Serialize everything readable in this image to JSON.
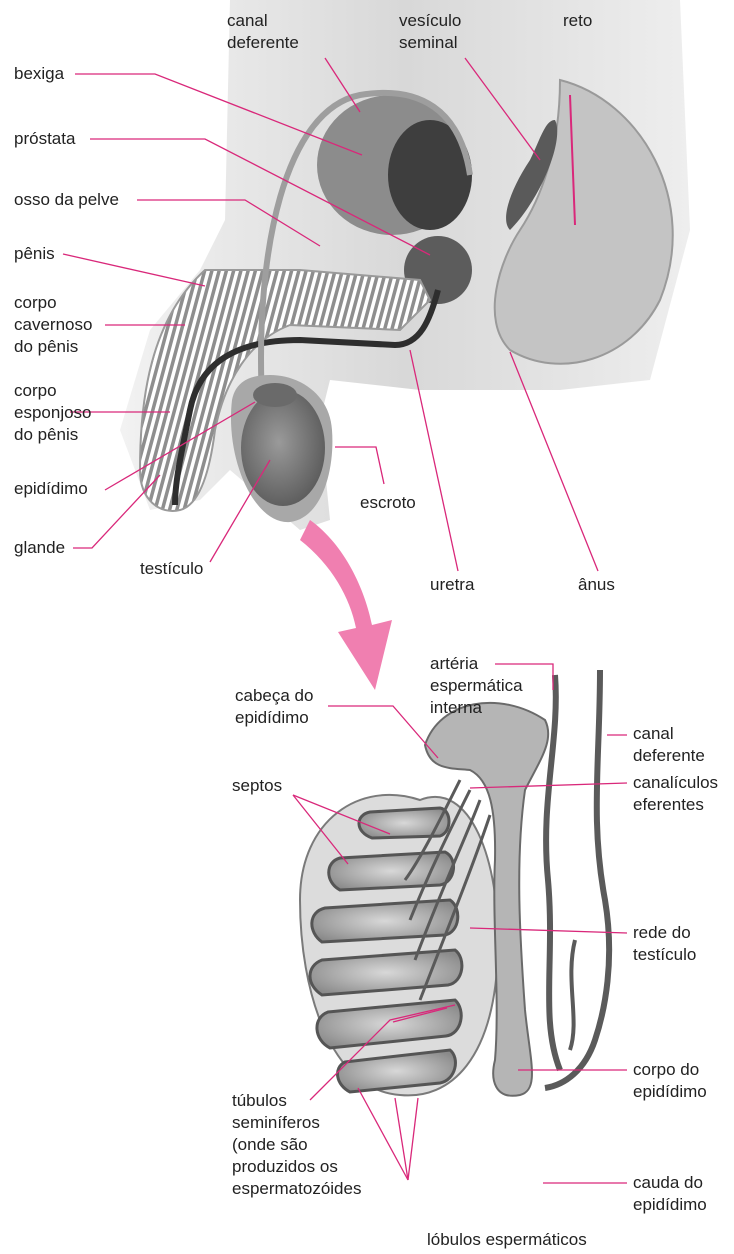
{
  "colors": {
    "leader": "#d9287a",
    "arrow": "#f07fb0",
    "text": "#222222",
    "tissue_dark": "#4a4a4a",
    "tissue_light": "#cfcfcf"
  },
  "top_diagram": {
    "labels": {
      "canal_deferente": "canal\ndeferente",
      "vesiculo_seminal": "vesículo\nseminal",
      "reto": "reto",
      "bexiga": "bexiga",
      "prostata": "próstata",
      "osso_da_pelve": "osso da pelve",
      "penis": "pênis",
      "corpo_cavernoso": "corpo\ncavernoso\ndo pênis",
      "corpo_esponjoso": "corpo\nesponjoso\ndo pênis",
      "epididimo": "epidídimo",
      "glande": "glande",
      "testiculo": "testículo",
      "escroto": "escroto",
      "uretra": "uretra",
      "anus": "ânus"
    }
  },
  "bottom_diagram": {
    "labels": {
      "arteria": "artéria\nespermática\ninterna",
      "cabeca_epididimo": "cabeça do\nepidídimo",
      "canal_deferente": "canal\ndeferente",
      "septos": "septos",
      "canaliculos": "canalículos\neferentes",
      "rede_testiculo": "rede do\ntestículo",
      "corpo_epididimo": "corpo do\nepidídimo",
      "tubulos": "túbulos\nseminíferos\n(onde são\nproduzidos os\nespermatozóides",
      "cauda_epididimo": "cauda do\nepidídimo",
      "lobulos": "lóbulos espermáticos"
    }
  }
}
